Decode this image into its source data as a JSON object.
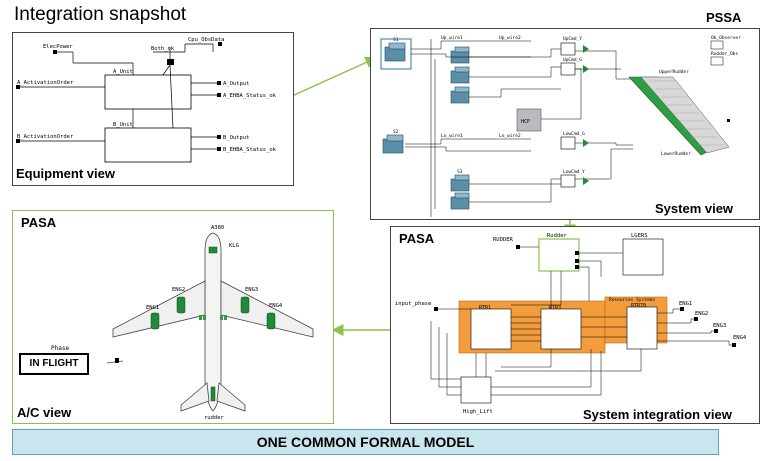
{
  "title": "Integration snapshot",
  "equipment": {
    "label": "Equipment view",
    "signals": {
      "elec_power": "ElecPower",
      "cpu_obs": "Cpu_ObsData",
      "both_ok": "Both_ok",
      "a_activation": "A_ActivationOrder",
      "a_unit": "A_Unit",
      "a_output": "A_Output",
      "a_status": "A_EHBA_Status_ok",
      "b_activation": "B_ActivationOrder",
      "b_unit": "B_Unit",
      "b_output": "B_Output",
      "b_status": "B_EHBA_Status_ok"
    }
  },
  "system": {
    "corner_label": "PSSA",
    "label": "System view",
    "node_labels": {
      "s1": "S1",
      "s2": "S2",
      "s3": "S3",
      "hyd": "HCP",
      "up_wires1": "Up_wire1",
      "up_wires2": "Up_wire2",
      "up_cmd_y": "UpCmd_Y",
      "up_cmd_g": "UpCmd_G",
      "lo_wire1": "Lo_wire1",
      "lo_wire2": "Lo_wire2",
      "lo_cmd_g": "LowCmd_G",
      "lo_cmd_y": "LowCmd_Y",
      "upper_rudder": "UpperRudder",
      "lower_rudder": "LowerRudder",
      "ok_observer": "Ok_Observer",
      "rudder_obs": "Rudder_Obs"
    }
  },
  "ac": {
    "corner_label": "PASA",
    "label": "A/C view",
    "phase_caption": "Phase",
    "phase_value": "IN FLIGHT",
    "model": "A380",
    "kls": "KLG",
    "eng1": "ENG1",
    "eng2": "ENG2",
    "eng3": "ENG3",
    "eng4": "ENG4",
    "rudder": "rudder"
  },
  "integration": {
    "corner_label": "PASA",
    "label": "System integration view",
    "rudder_in": "RUDDER",
    "rudder_box": "Rudder",
    "lgers": "LGERS",
    "input_phase": "input_phase",
    "rtr1": "RTR1",
    "rtr2": "RTR3",
    "rtr3": "RTR70",
    "resources": "Resources Systems",
    "high_lift": "High_Lift",
    "eng1": "ENG1",
    "eng2": "ENG2",
    "eng3": "ENG3",
    "eng4": "ENG4"
  },
  "banner": "ONE COMMON FORMAL MODEL",
  "colors": {
    "banner_bg": "#c9e6ee",
    "link_arrow": "#8bc34a",
    "orange_block": "#f39c3c",
    "engine_green": "#1e8a3a",
    "pump_blue": "#5b8fa8"
  }
}
